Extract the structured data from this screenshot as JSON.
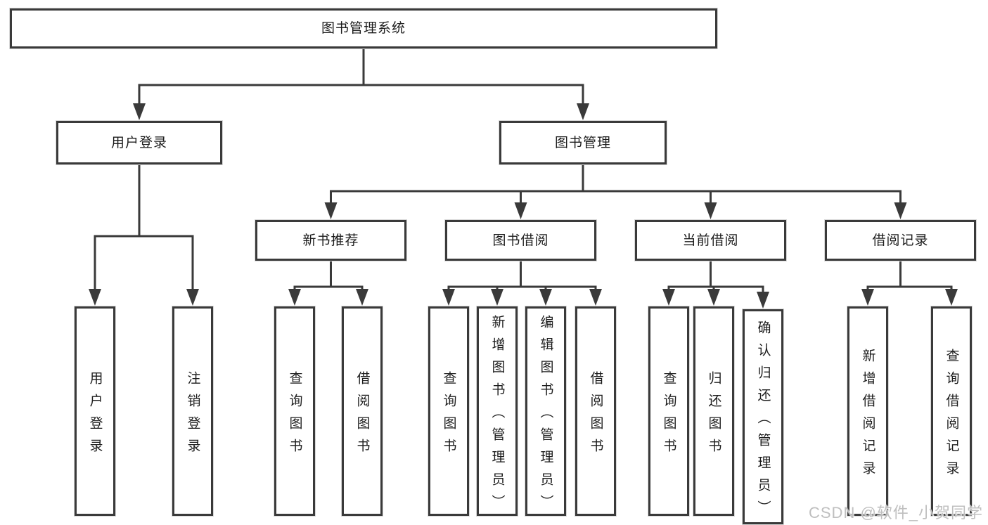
{
  "nodes": {
    "root": "图书管理系统",
    "user_login": "用户登录",
    "book_management": "图书管理",
    "new_book_recommend": "新书推荐",
    "book_borrow": "图书借阅",
    "current_borrow": "当前借阅",
    "borrow_record": "借阅记录",
    "leaf_user_login": "用户登录",
    "leaf_logout": "注销登录",
    "leaf_query_book_recommend": "查询图书",
    "leaf_borrow_book_recommend": "借阅图书",
    "leaf_query_book_borrow": "查询图书",
    "leaf_add_book_admin": "新增图书（管理员）",
    "leaf_edit_book_admin": "编辑图书（管理员）",
    "leaf_borrow_book_borrow": "借阅图书",
    "leaf_query_book_current": "查询图书",
    "leaf_return_book": "归还图书",
    "leaf_confirm_return_admin": "确认归还（管理员）",
    "leaf_add_borrow_record": "新增借阅记录",
    "leaf_query_borrow_record": "查询借阅记录"
  },
  "watermark": {
    "text": "CSDN @软件_小贺同学"
  },
  "colors": {
    "line": "#3a3a3a",
    "text": "#1c1c1c",
    "box_background": "#ffffff",
    "border_halo": "#d8d8d8",
    "watermark": "#bfbfbf"
  }
}
